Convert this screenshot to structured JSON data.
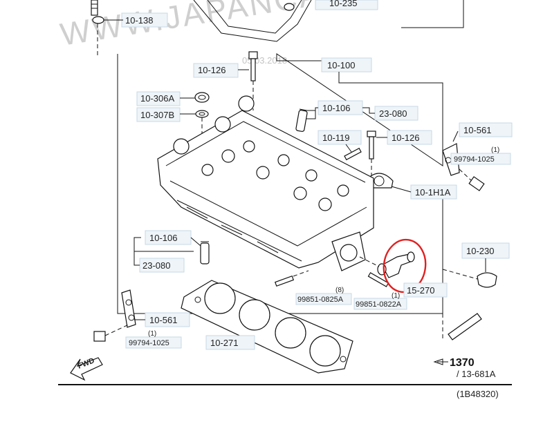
{
  "watermark": "WWW.JAPANCARS.RU",
  "date_stamp": "05.03.2018",
  "labels": {
    "p10_138": "10-138",
    "p10_235": "10-235",
    "p10_126_top": "10-126",
    "p10_100": "10-100",
    "p10_306A": "10-306A",
    "p10_307B": "10-307B",
    "p10_106_top": "10-106",
    "p23_080_top": "23-080",
    "p10_119": "10-119",
    "p10_126_mid": "10-126",
    "p10_561_right": "10-561",
    "p99794_right": "99794-1025",
    "qty_right": "(1)",
    "p10_1H1A": "10-1H1A",
    "p10_230": "10-230",
    "p10_106_left": "10-106",
    "p23_080_left": "23-080",
    "p99851_0825A": "99851-0825A",
    "qty_0825": "(8)",
    "p99851_0822A": "99851-0822A",
    "qty_0822": "(1)",
    "p15_270": "15-270",
    "p10_561_left": "10-561",
    "p99794_left": "99794-1025",
    "qty_left": "(1)",
    "p10_271": "10-271",
    "fwd": "FWD",
    "ref_1370": "1370",
    "ref_13_681A": "/ 13-681A",
    "figure_code": "(1B48320)"
  },
  "colors": {
    "highlight": "#e02020",
    "label_box": "#eef4f8",
    "ink": "#111111"
  }
}
